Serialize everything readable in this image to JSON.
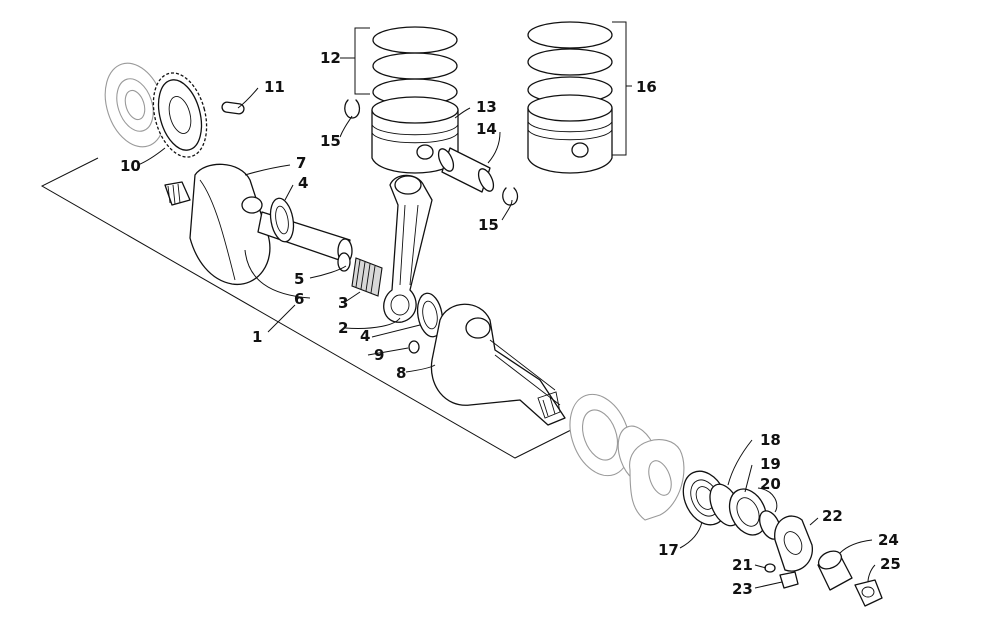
{
  "callouts": [
    {
      "id": "c1",
      "text": "1"
    },
    {
      "id": "c2",
      "text": "2"
    },
    {
      "id": "c3",
      "text": "3"
    },
    {
      "id": "c4a",
      "text": "4"
    },
    {
      "id": "c4b",
      "text": "4"
    },
    {
      "id": "c5",
      "text": "5"
    },
    {
      "id": "c6",
      "text": "6"
    },
    {
      "id": "c7",
      "text": "7"
    },
    {
      "id": "c8",
      "text": "8"
    },
    {
      "id": "c9",
      "text": "9"
    },
    {
      "id": "c10",
      "text": "10"
    },
    {
      "id": "c11",
      "text": "11"
    },
    {
      "id": "c12",
      "text": "12"
    },
    {
      "id": "c13",
      "text": "13"
    },
    {
      "id": "c14",
      "text": "14"
    },
    {
      "id": "c15a",
      "text": "15"
    },
    {
      "id": "c15b",
      "text": "15"
    },
    {
      "id": "c16",
      "text": "16"
    },
    {
      "id": "c17",
      "text": "17"
    },
    {
      "id": "c18",
      "text": "18"
    },
    {
      "id": "c19",
      "text": "19"
    },
    {
      "id": "c20",
      "text": "20"
    },
    {
      "id": "c21",
      "text": "21"
    },
    {
      "id": "c22",
      "text": "22"
    },
    {
      "id": "c23",
      "text": "23"
    },
    {
      "id": "c24",
      "text": "24"
    },
    {
      "id": "c25",
      "text": "25"
    }
  ]
}
